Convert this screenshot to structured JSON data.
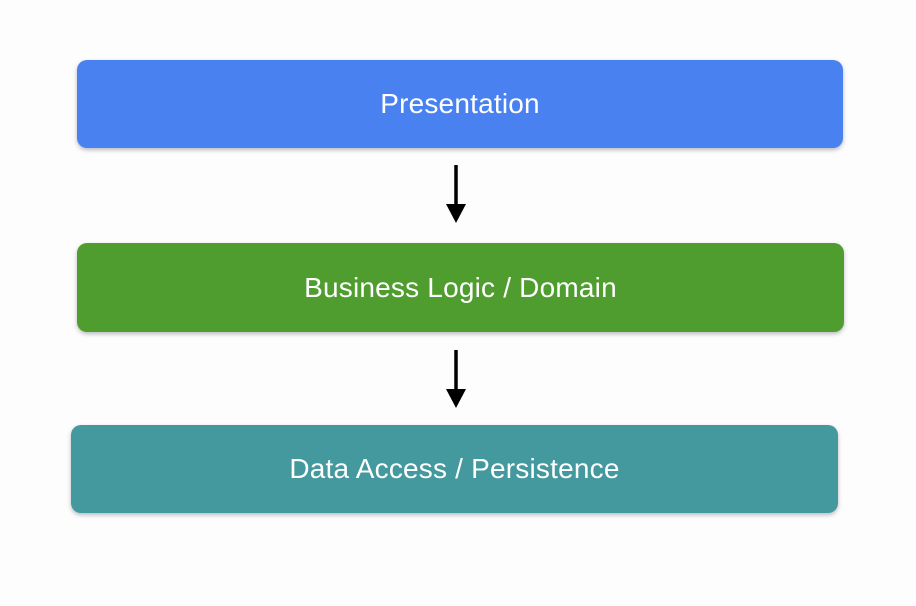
{
  "diagram": {
    "background_color": "#fdfdfd",
    "text_color": "#ffffff",
    "arrow_color": "#000000",
    "layers": [
      {
        "id": "presentation",
        "label": "Presentation",
        "color": "#4a81f0"
      },
      {
        "id": "business-logic",
        "label": "Business Logic / Domain",
        "color": "#4f9d2f"
      },
      {
        "id": "data-access",
        "label": "Data Access / Persistence",
        "color": "#43999e"
      }
    ],
    "connections": [
      {
        "from": "presentation",
        "to": "business-logic",
        "direction": "down"
      },
      {
        "from": "business-logic",
        "to": "data-access",
        "direction": "down"
      }
    ]
  }
}
